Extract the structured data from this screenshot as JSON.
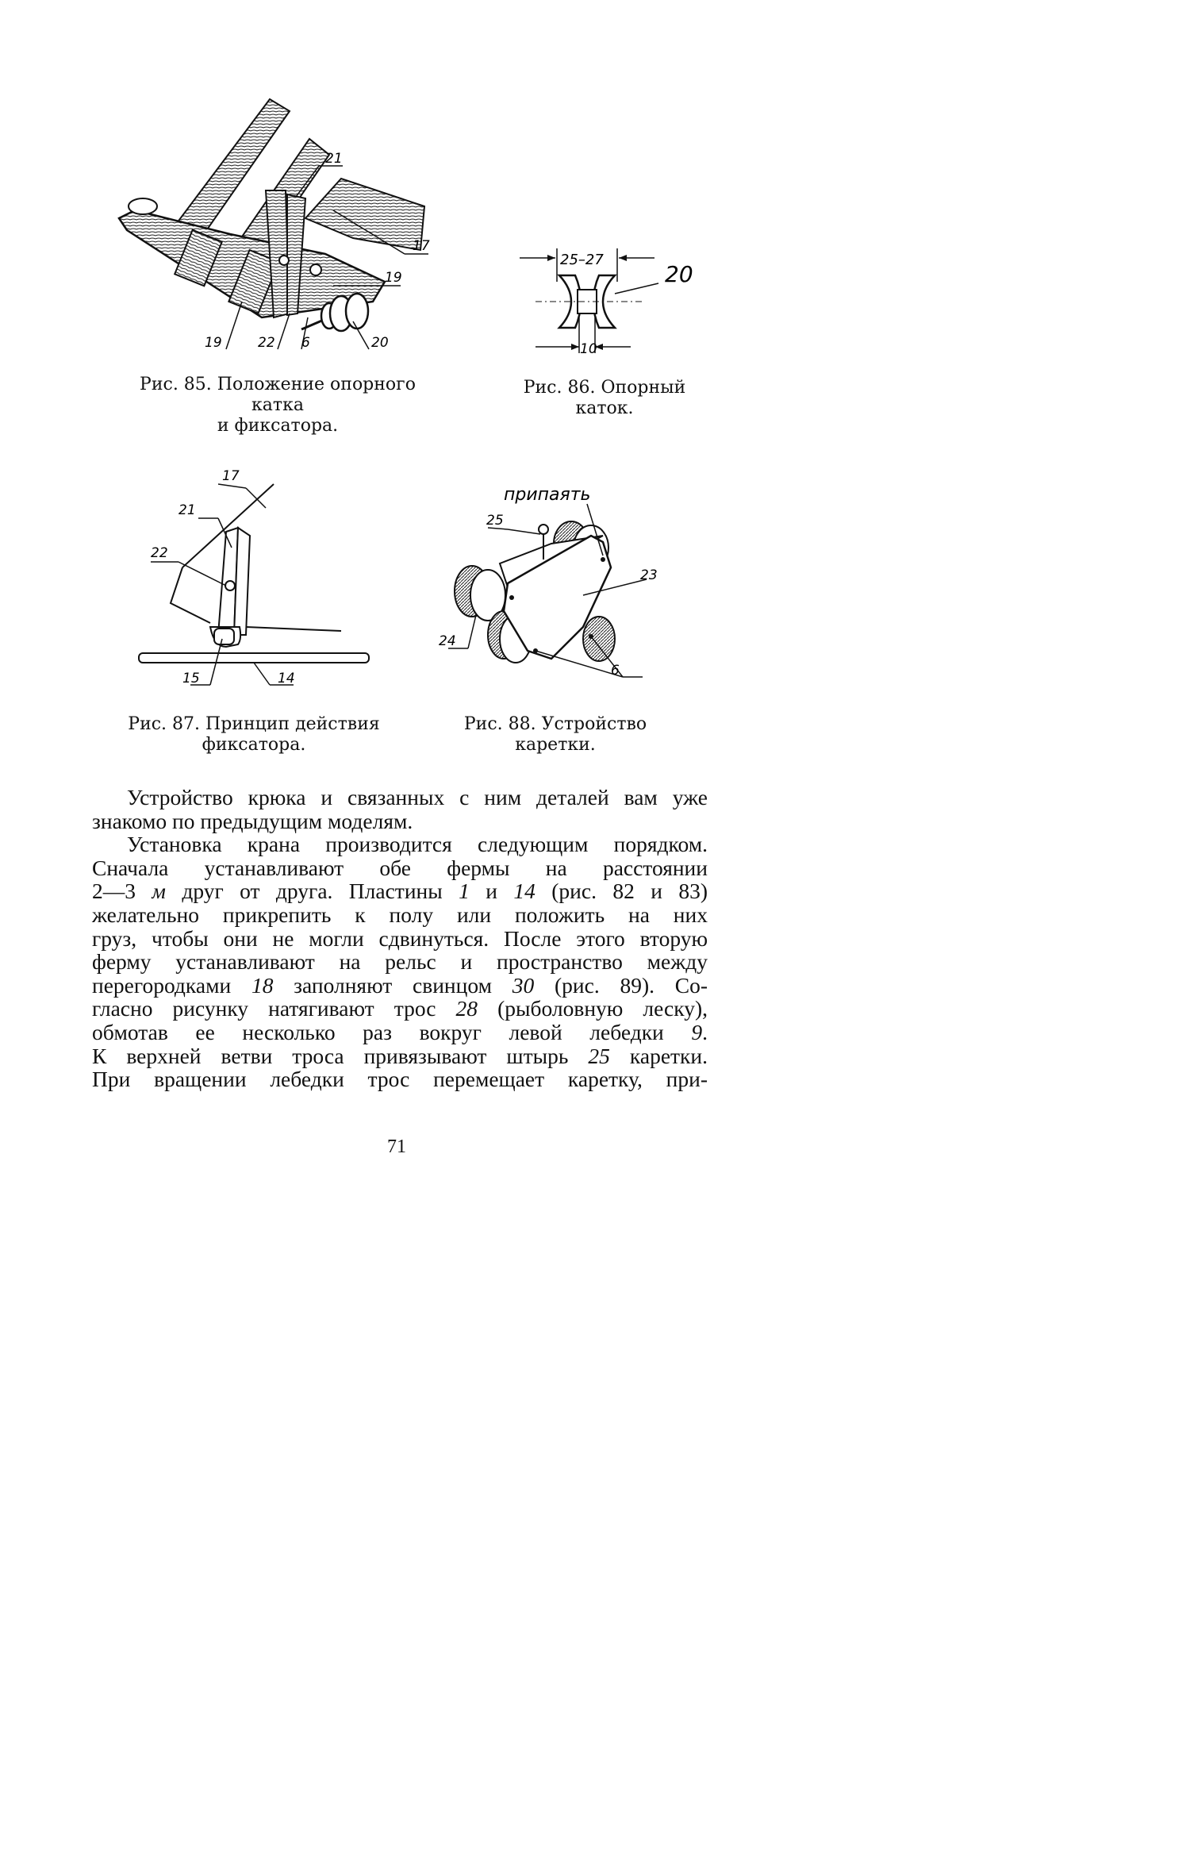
{
  "figures": [
    {
      "caption_line1": "Рис. 85. Положение опорного катка",
      "caption_line2": "и фиксатора.",
      "labels": [
        "21",
        "17",
        "19",
        "19",
        "22",
        "6",
        "20"
      ]
    },
    {
      "caption_line1": "Рис. 86. Опорный каток.",
      "labels": [
        "25–27",
        "20",
        "10"
      ]
    },
    {
      "caption_line1": "Рис. 87. Принцип действия",
      "caption_line2": "фиксатора.",
      "labels": [
        "17",
        "21",
        "22",
        "15",
        "14"
      ]
    },
    {
      "caption_line1": "Рис. 88. Устройство",
      "caption_line2": "каретки.",
      "labels": [
        "припаять",
        "25",
        "23",
        "24",
        "6"
      ]
    }
  ],
  "text": {
    "p1_l1": "Устройство крюка и связанных с ним деталей вам уже",
    "p1_l2": "знакомо по предыдущим моделям.",
    "p2_l1": "Установка крана производится следующим порядком.",
    "p2_l2": "Сначала устанавливают обе фермы на расстоянии",
    "p2_l3a": "2—3 ",
    "p2_l3_m": "м",
    "p2_l3b": " друг от друга. Пластины ",
    "p2_l3_n1": "1",
    "p2_l3c": " и ",
    "p2_l3_n2": "14",
    "p2_l3d": " (рис. 82 и 83)",
    "p2_l4": "желательно прикрепить к полу или положить на них",
    "p2_l5": "груз, чтобы они не могли сдвинуться. После этого вторую",
    "p2_l6": "ферму устанавливают на рельс и пространство между",
    "p2_l7a": "перегородками ",
    "p2_l7_n": "18",
    "p2_l7b": " заполняют свинцом ",
    "p2_l7_n2": "30",
    "p2_l7c": " (рис. 89). Со-",
    "p2_l8a": "гласно рисунку натягивают трос ",
    "p2_l8_n": "28",
    "p2_l8b": " (рыболовную леску),",
    "p2_l9a": "обмотав ее несколько раз вокруг левой лебедки ",
    "p2_l9_n": "9",
    "p2_l9b": ".",
    "p2_l10a": "К верхней ветви троса привязывают штырь ",
    "p2_l10_n": "25",
    "p2_l10b": " каретки.",
    "p2_l11": "При вращении лебедки трос перемещает каретку, при-"
  },
  "page_number": "71"
}
